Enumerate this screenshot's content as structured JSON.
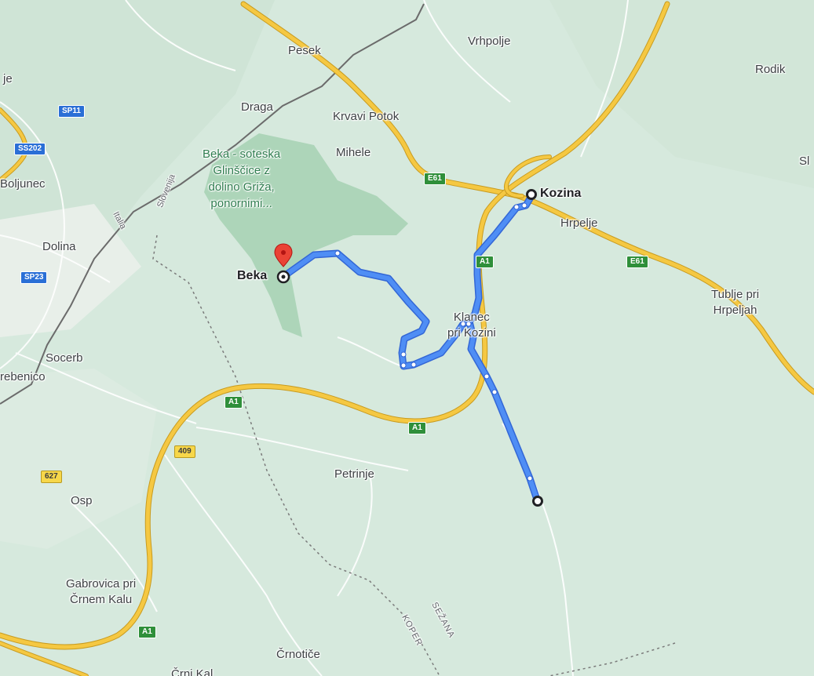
{
  "places": {
    "pesek": "Pesek",
    "vrhpolje": "Vrhpolje",
    "rodik": "Rodik",
    "draga": "Draga",
    "krvavi_potok": "Krvavi Potok",
    "mihele": "Mihele",
    "je": "je",
    "boljunec": "Boljunec",
    "dolina": "Dolina",
    "socerb": "Socerb",
    "rebenico": "rebenico",
    "kozina": "Kozina",
    "hrpelje": "Hrpelje",
    "tublje": "Tublje pri\nHrpeljah",
    "klanec": "Klanec\npri Kozini",
    "beka": "Beka",
    "petrinje": "Petrinje",
    "osp": "Osp",
    "gabrovica": "Gabrovica pri\nČrnem Kalu",
    "crnotice": "Črnotiče",
    "crni_kal": "Črni Kal",
    "sl_edge": "Sl",
    "park": "Beka - soteska\nGlinščice z\ndolino Griža,\nponornimi..."
  },
  "borders": {
    "italia": "Italia",
    "slovenija": "Slovenija",
    "koper": "KOPER",
    "sezana": "SEŽANA"
  },
  "shields": {
    "sp11": "SP11",
    "ss202": "SS202",
    "sp23": "SP23",
    "e61_a": "E61",
    "e61_b": "E61",
    "a1_a": "A1",
    "a1_b": "A1",
    "a1_c": "A1",
    "a1_d": "A1",
    "r409": "409",
    "r627": "627"
  },
  "colors": {
    "land": "#d5e8dc",
    "park": "#a9d3b5",
    "route": "#4285f4",
    "route_outline": "#3367d6",
    "highway": "#f3c13a",
    "destination_pin": "#ea4335"
  }
}
